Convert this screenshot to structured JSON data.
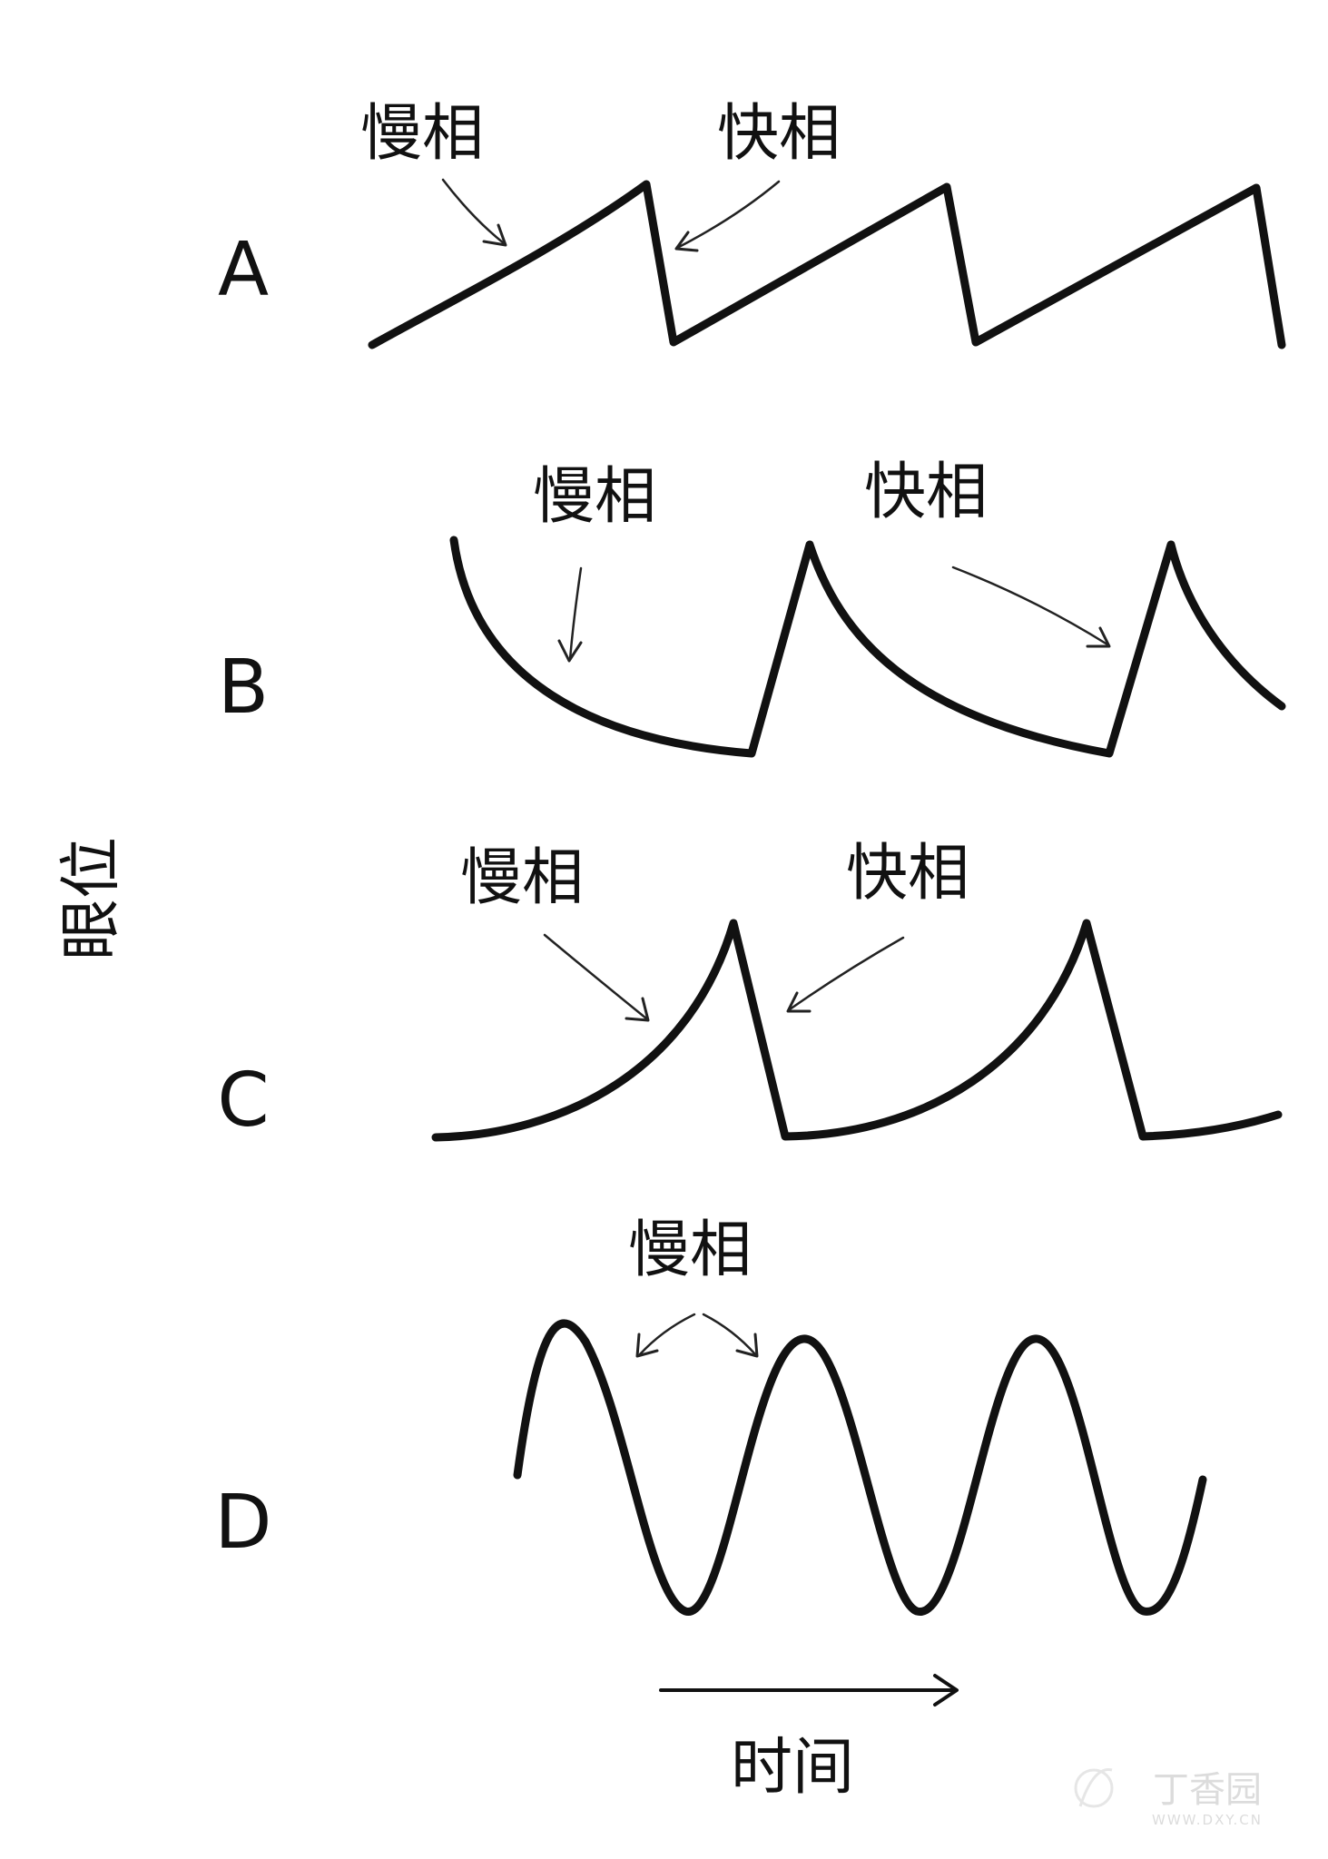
{
  "axes": {
    "y_label": "眼位",
    "x_label": "时间"
  },
  "panels": [
    {
      "id": "A",
      "slow_label": "慢相",
      "fast_label": "快相"
    },
    {
      "id": "B",
      "slow_label": "慢相",
      "fast_label": "快相"
    },
    {
      "id": "C",
      "slow_label": "慢相",
      "fast_label": "快相"
    },
    {
      "id": "D",
      "slow_label": "慢相"
    }
  ],
  "watermark": {
    "name": "丁香园",
    "url": "WWW.DXY.CN"
  },
  "colors": {
    "ink": "#111111",
    "background": "#ffffff",
    "watermark": "#dcdcdc"
  }
}
